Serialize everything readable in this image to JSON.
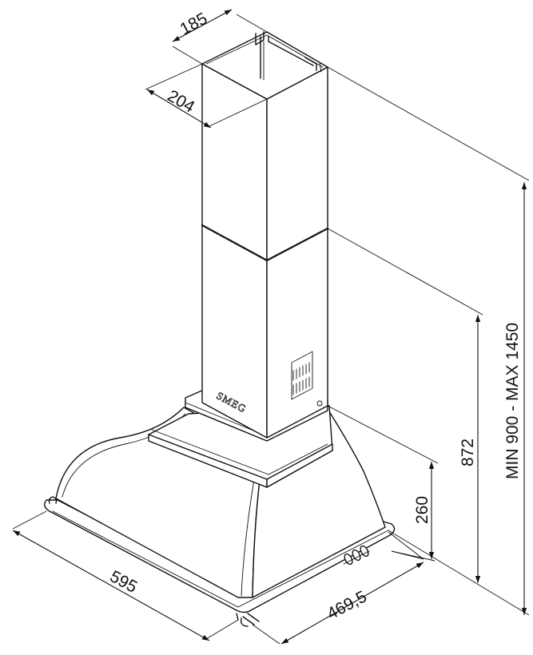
{
  "brand": "SMEG",
  "dimensions": {
    "chimney_width": "185",
    "chimney_depth": "204",
    "total_height": "MIN 900 - MAX 1450",
    "height_872": "872",
    "canopy_height": "260",
    "width": "595",
    "depth": "469,5"
  },
  "colors": {
    "line": "#111111",
    "background": "#ffffff"
  }
}
